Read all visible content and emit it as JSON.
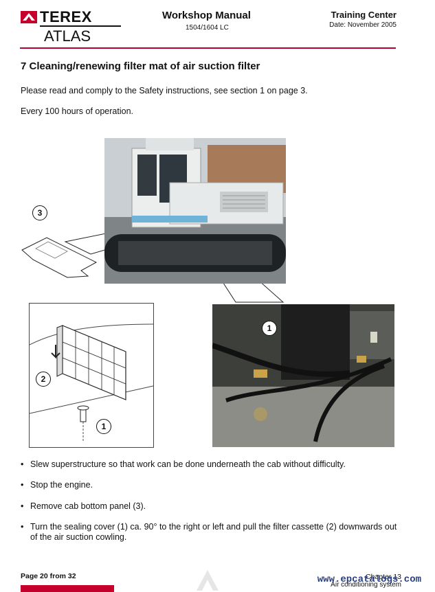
{
  "header": {
    "brand": "TEREX",
    "brand_sub": "ATLAS",
    "manual_title": "Workshop Manual",
    "model": "1504/1604 LC",
    "center_title": "Training Center",
    "center_date": "Date: November 2005"
  },
  "section": {
    "heading": "7 Cleaning/renewing filter mat of air suction filter",
    "safety_line": "Please read and comply to the Safety instructions, see section 1 on page 3.",
    "interval_line": "Every 100 hours of operation."
  },
  "figures": {
    "callouts": [
      "3",
      "2",
      "1",
      "1"
    ]
  },
  "bullets": [
    "Slew superstructure so that work can be done underneath the cab without difficulty.",
    "Stop the engine.",
    "Remove cab bottom panel (3).",
    "Turn the sealing cover (1) ca. 90° to the right or left and pull the filter cassette (2) downwards out of the air suction cowling."
  ],
  "bullet_symbol": "•",
  "footer": {
    "page": "Page 20 from 32",
    "chapter": "Chapter 13",
    "chapter_sub": "Air conditioning system",
    "watermark": "www.epcatalogs.com"
  },
  "colors": {
    "accent": "#c4002b",
    "rule": "#b5002a"
  }
}
